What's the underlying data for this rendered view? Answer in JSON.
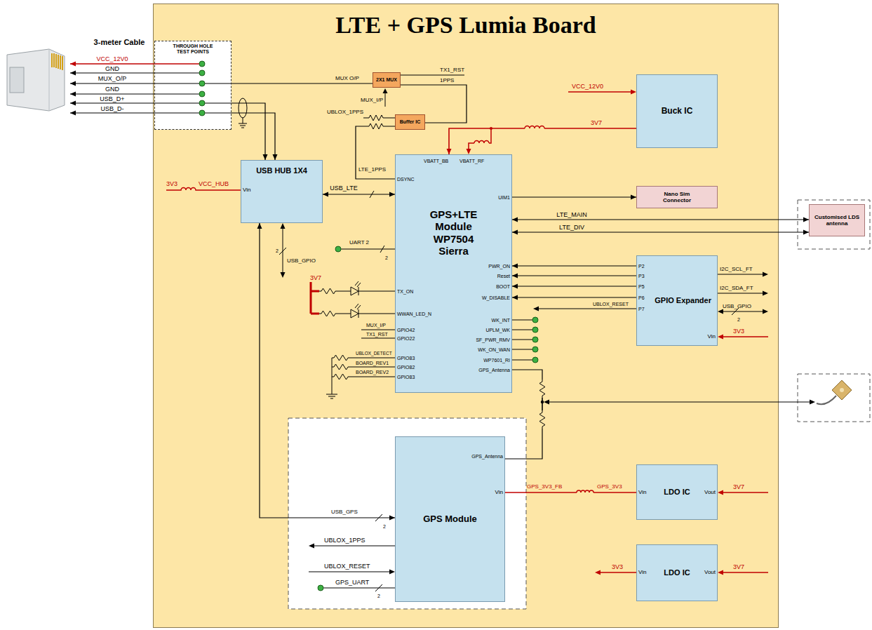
{
  "diagram": {
    "nodes": [
      {
        "text": [
          "LTE + GPS Lumia Board"
        ]
      },
      {
        "text": [
          "THROUGH HOLE TEST POINTS"
        ],
        "in": 0
      },
      {
        "text": [
          "2X1 MUX"
        ],
        "in": 0
      },
      {
        "text": [
          "Buffer IC"
        ],
        "in": 0
      },
      {
        "text": [
          "Buck IC"
        ],
        "in": 0
      },
      {
        "text": [
          "USB HUB 1X4"
        ],
        "in": 0
      },
      {
        "text": [
          "GPS+LTE Module WP7504 Sierra"
        ],
        "in": 0
      },
      {
        "text": [
          "Nano Sim Connector"
        ],
        "in": 0
      },
      {
        "text": [
          "Customised LDS antenna"
        ]
      },
      {
        "text": [
          "GPIO Expander"
        ],
        "in": 0
      },
      {
        "text": [
          "GPS Module"
        ],
        "in": 0
      },
      {
        "text": [
          "LDO IC"
        ],
        "in": 0
      },
      {
        "text": [
          "LDO IC"
        ],
        "in": 0
      }
    ],
    "edges": [
      {
        "from": 2,
        "to": 1,
        "label": "MUX O/P",
        "arrow": "none"
      },
      {
        "from": 3,
        "to": 2,
        "label": "1PPS",
        "arrow": "none"
      },
      {
        "from": 3,
        "to": 6,
        "arrow": "none"
      },
      {
        "from": 4,
        "to": 6,
        "label": "3V7",
        "arrow": "to"
      },
      {
        "from": 5,
        "to": 6,
        "label": "USB_LTE",
        "arrow": "both"
      },
      {
        "from": 5,
        "to": 10,
        "label": "USB_GPS",
        "arrow": "both"
      },
      {
        "from": 1,
        "to": 5,
        "arrow": "to"
      },
      {
        "from": 1,
        "to": 5,
        "arrow": "to"
      },
      {
        "from": 6,
        "to": 7,
        "arrow": "to"
      },
      {
        "from": 6,
        "to": 8,
        "label": "LTE_MAIN",
        "arrow": "both"
      },
      {
        "from": 6,
        "to": 8,
        "label": "LTE_DIV",
        "arrow": "both"
      },
      {
        "from": 9,
        "to": 6,
        "arrow": "to"
      },
      {
        "from": 9,
        "to": 6,
        "arrow": "to"
      },
      {
        "from": 9,
        "to": 6,
        "arrow": "to"
      },
      {
        "from": 9,
        "to": 6,
        "arrow": "to"
      },
      {
        "from": 6,
        "to": 10,
        "arrow": "none"
      },
      {
        "from": 11,
        "to": 10,
        "arrow": "none"
      }
    ],
    "labels": [
      "3-meter Cable",
      "VCC_12V0",
      "GND",
      "MUX_O/P",
      "GND",
      "USB_D+",
      "USB_D-",
      "TX1_RST",
      "UBLOX_1PPS",
      "MUX_I/P",
      "LTE_1PPS",
      "VCC_12V0",
      "VBATT_BB",
      "VBATT_RF",
      "DSYNC",
      "UIM1",
      "3V3",
      "VCC_HUB",
      "Vin",
      "UART 2",
      "2",
      "USB_GPIO",
      "2",
      "3V7",
      "TX_ON",
      "WWAN_LED_N",
      "MUX_I/P",
      "GPIO42",
      "TX1_RST",
      "GPIO22",
      "UBLOX_DETECT",
      "BOARD_REV1",
      "BOARD_REV2",
      "GPIO83",
      "GPIO82",
      "GPIO83",
      "PWR_ON",
      "Reset",
      "BOOT",
      "W_DISABLE",
      "WK_INT",
      "UPLM_WK",
      "SF_PWR_RMV",
      "WK_ON_WAN",
      "WP7601_RI",
      "GPS_Antenna",
      "P2",
      "P3",
      "P5",
      "P6",
      "P7",
      "UBLOX_RESET",
      "I2C_SCL_FT",
      "I2C_SDA_FT",
      "USB_GPIO",
      "2",
      "Vin",
      "3V3",
      "Vin",
      "Vout",
      "3V7",
      "Vin",
      "Vout",
      "3V7",
      "3V3",
      "GPS_Antenna",
      "Vin",
      "2",
      "UBLOX_1PPS",
      "UBLOX_RESET",
      "GPS_UART",
      "2",
      "GPS_3V3_FB",
      "GPS_3V3"
    ]
  }
}
